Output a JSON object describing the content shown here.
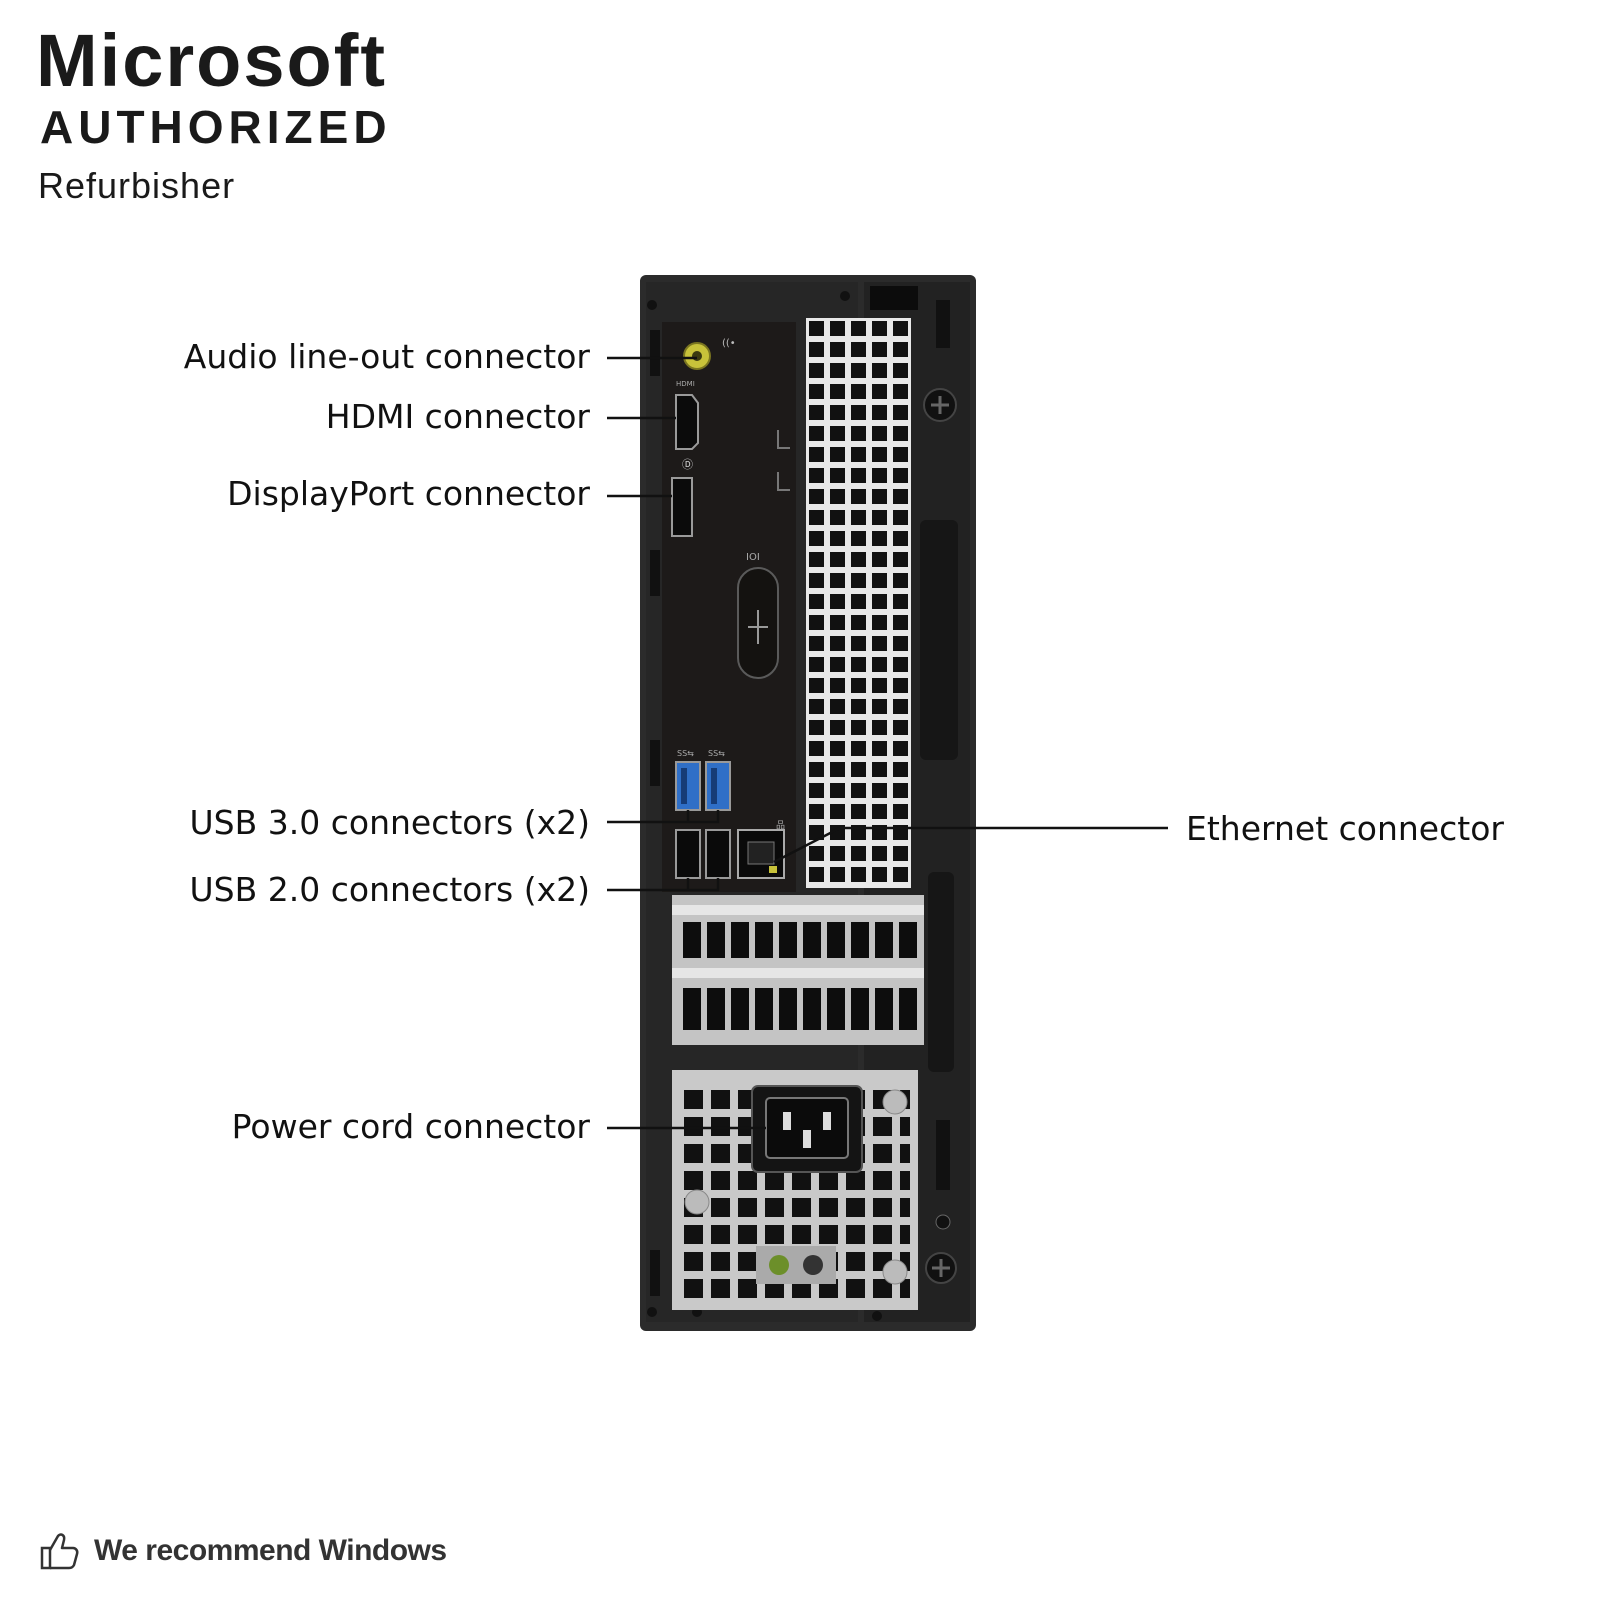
{
  "brand": {
    "line1": "Microsoft",
    "line2": "AUTHORIZED",
    "line3": "Refurbisher"
  },
  "callouts": {
    "audio": "Audio line-out connector",
    "hdmi": "HDMI connector",
    "displayport": "DisplayPort connector",
    "usb3": "USB 3.0 connectors (x2)",
    "usb2": "USB 2.0 connectors (x2)",
    "power": "Power cord connector",
    "ethernet": "Ethernet connector"
  },
  "footer": {
    "icon": "thumbs-up-icon",
    "text": "We recommend Windows"
  },
  "colors": {
    "chassis": "#2b2b2b",
    "io_panel": "#1d1a19",
    "audio_port": "#c8c23a",
    "usb3_port": "#2f6fc7",
    "psu_metal": "#c9c9c9"
  }
}
